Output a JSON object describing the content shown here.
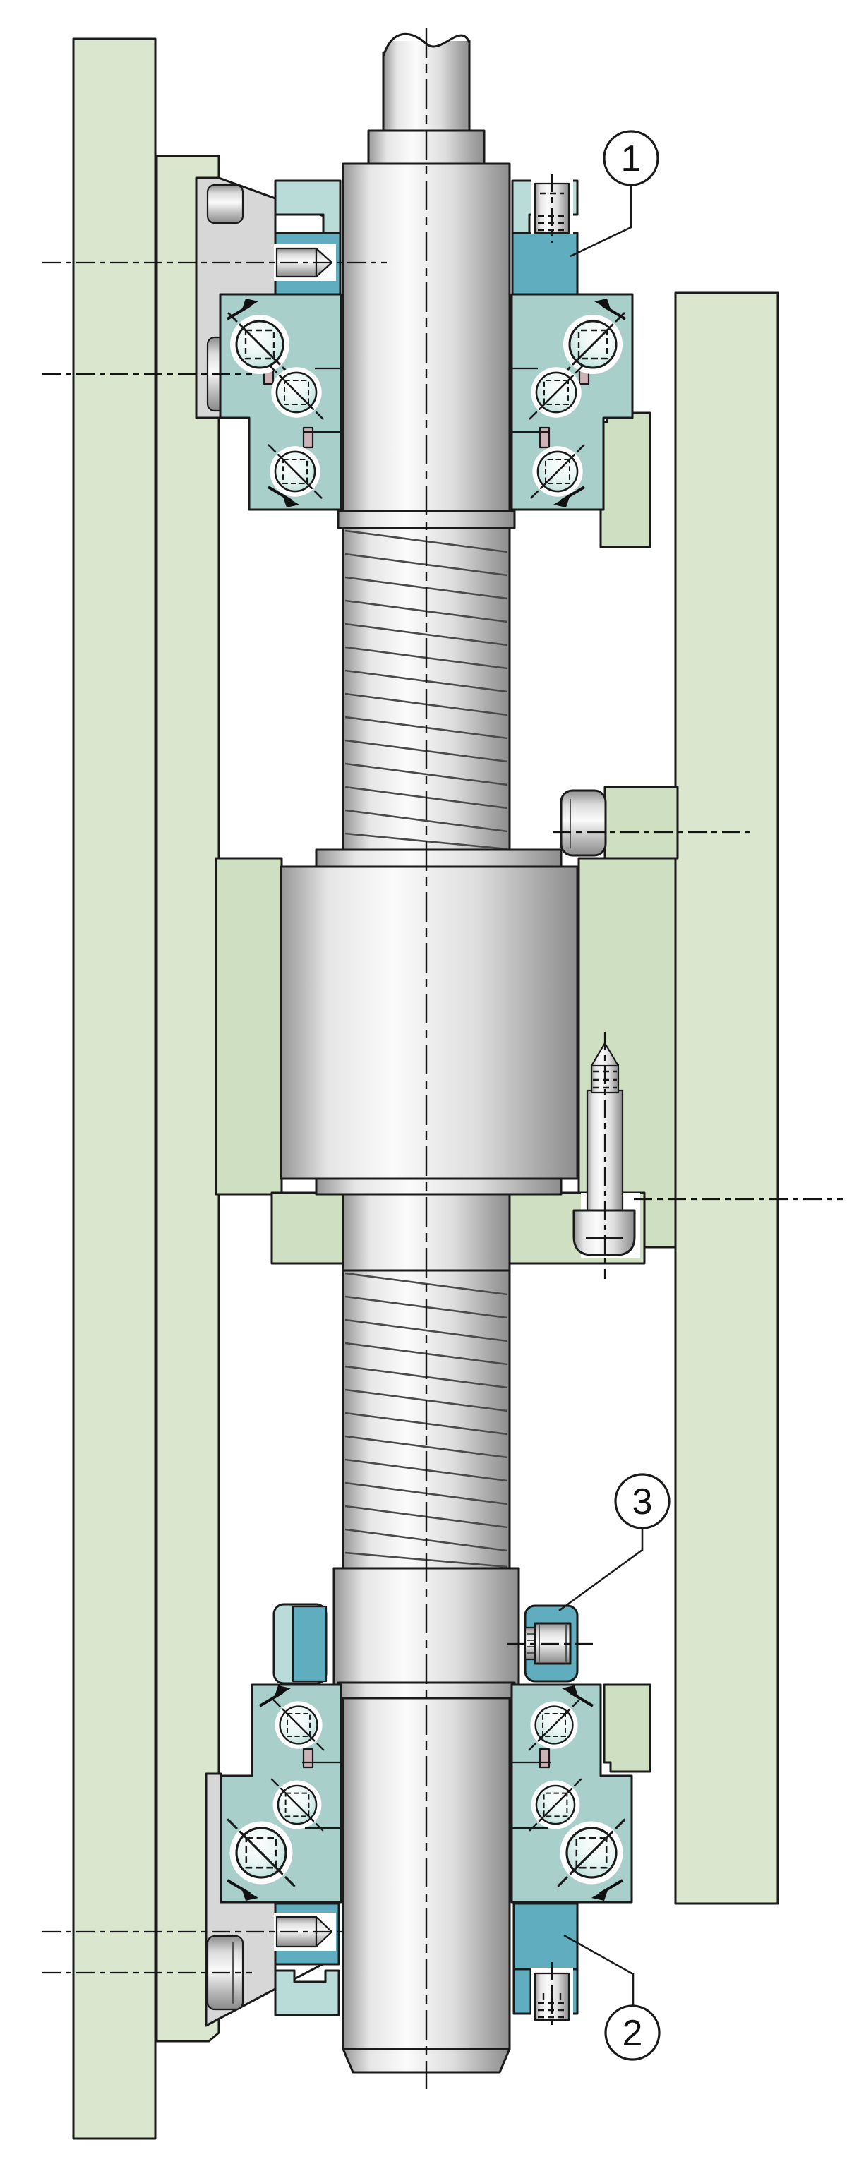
{
  "diagram": {
    "kind": "engineering-cross-section",
    "callouts": [
      {
        "label": "1"
      },
      {
        "label": "2"
      },
      {
        "label": "3"
      }
    ]
  },
  "colors": {
    "line": "#1a1a1a",
    "green1": "#dbe6cf",
    "green2": "#cfdfc2",
    "gray1": "#d7d7d7",
    "tealHousing": "#a9cfcb",
    "tealLight": "#b9dcd8",
    "tealDark": "#5fadbe",
    "pink": "#cdb3b8",
    "ballEdge": "#9ccbc6"
  }
}
